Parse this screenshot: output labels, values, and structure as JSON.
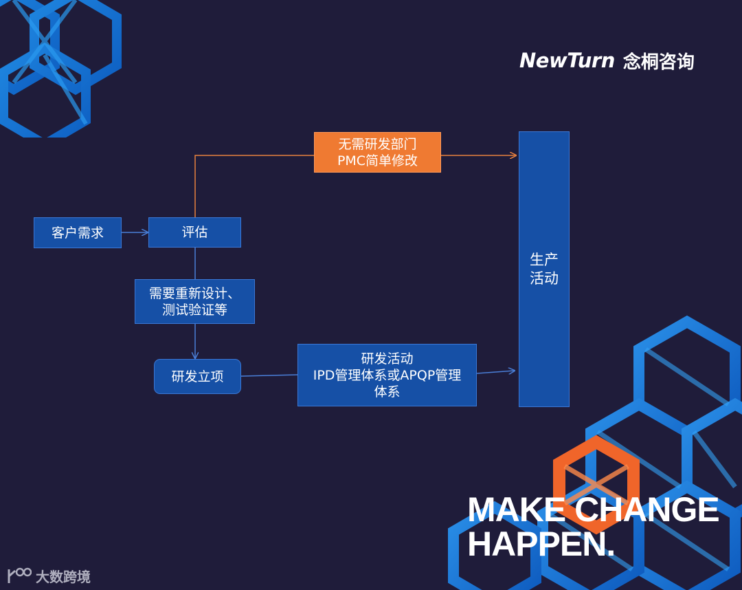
{
  "header": {
    "logo_en": "NewTurn",
    "logo_cn": "念桐咨询"
  },
  "diagram": {
    "nodes": {
      "customer_demand": "客户需求",
      "evaluate": "评估",
      "no_rd_line1": "无需研发部门",
      "no_rd_line2": "PMC简单修改",
      "redesign_line1": "需要重新设计、",
      "redesign_line2": "测试验证等",
      "rd_project": "研发立项",
      "rd_activity_line1": "研发活动",
      "rd_activity_line2": "IPD管理体系或APQP管理",
      "rd_activity_line3": "体系",
      "production_line1": "生产",
      "production_line2": "活动"
    }
  },
  "slogan": {
    "line1": "MAKE CHANGE",
    "line2": "HAPPEN."
  },
  "watermark": {
    "text": "大数跨境"
  },
  "colors": {
    "background": "#1f1c3a",
    "box_blue": "#1650a6",
    "box_orange": "#ef7a32",
    "arrow_blue": "#4a7fd8",
    "arrow_orange": "#e8813e"
  }
}
